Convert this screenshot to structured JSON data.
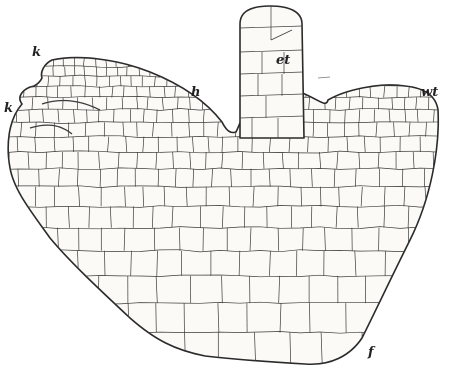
{
  "figure": {
    "labels": {
      "k_upper": "k",
      "k_lower": "k",
      "h": "h",
      "et": "et",
      "wt": "wt",
      "f": "f"
    }
  }
}
